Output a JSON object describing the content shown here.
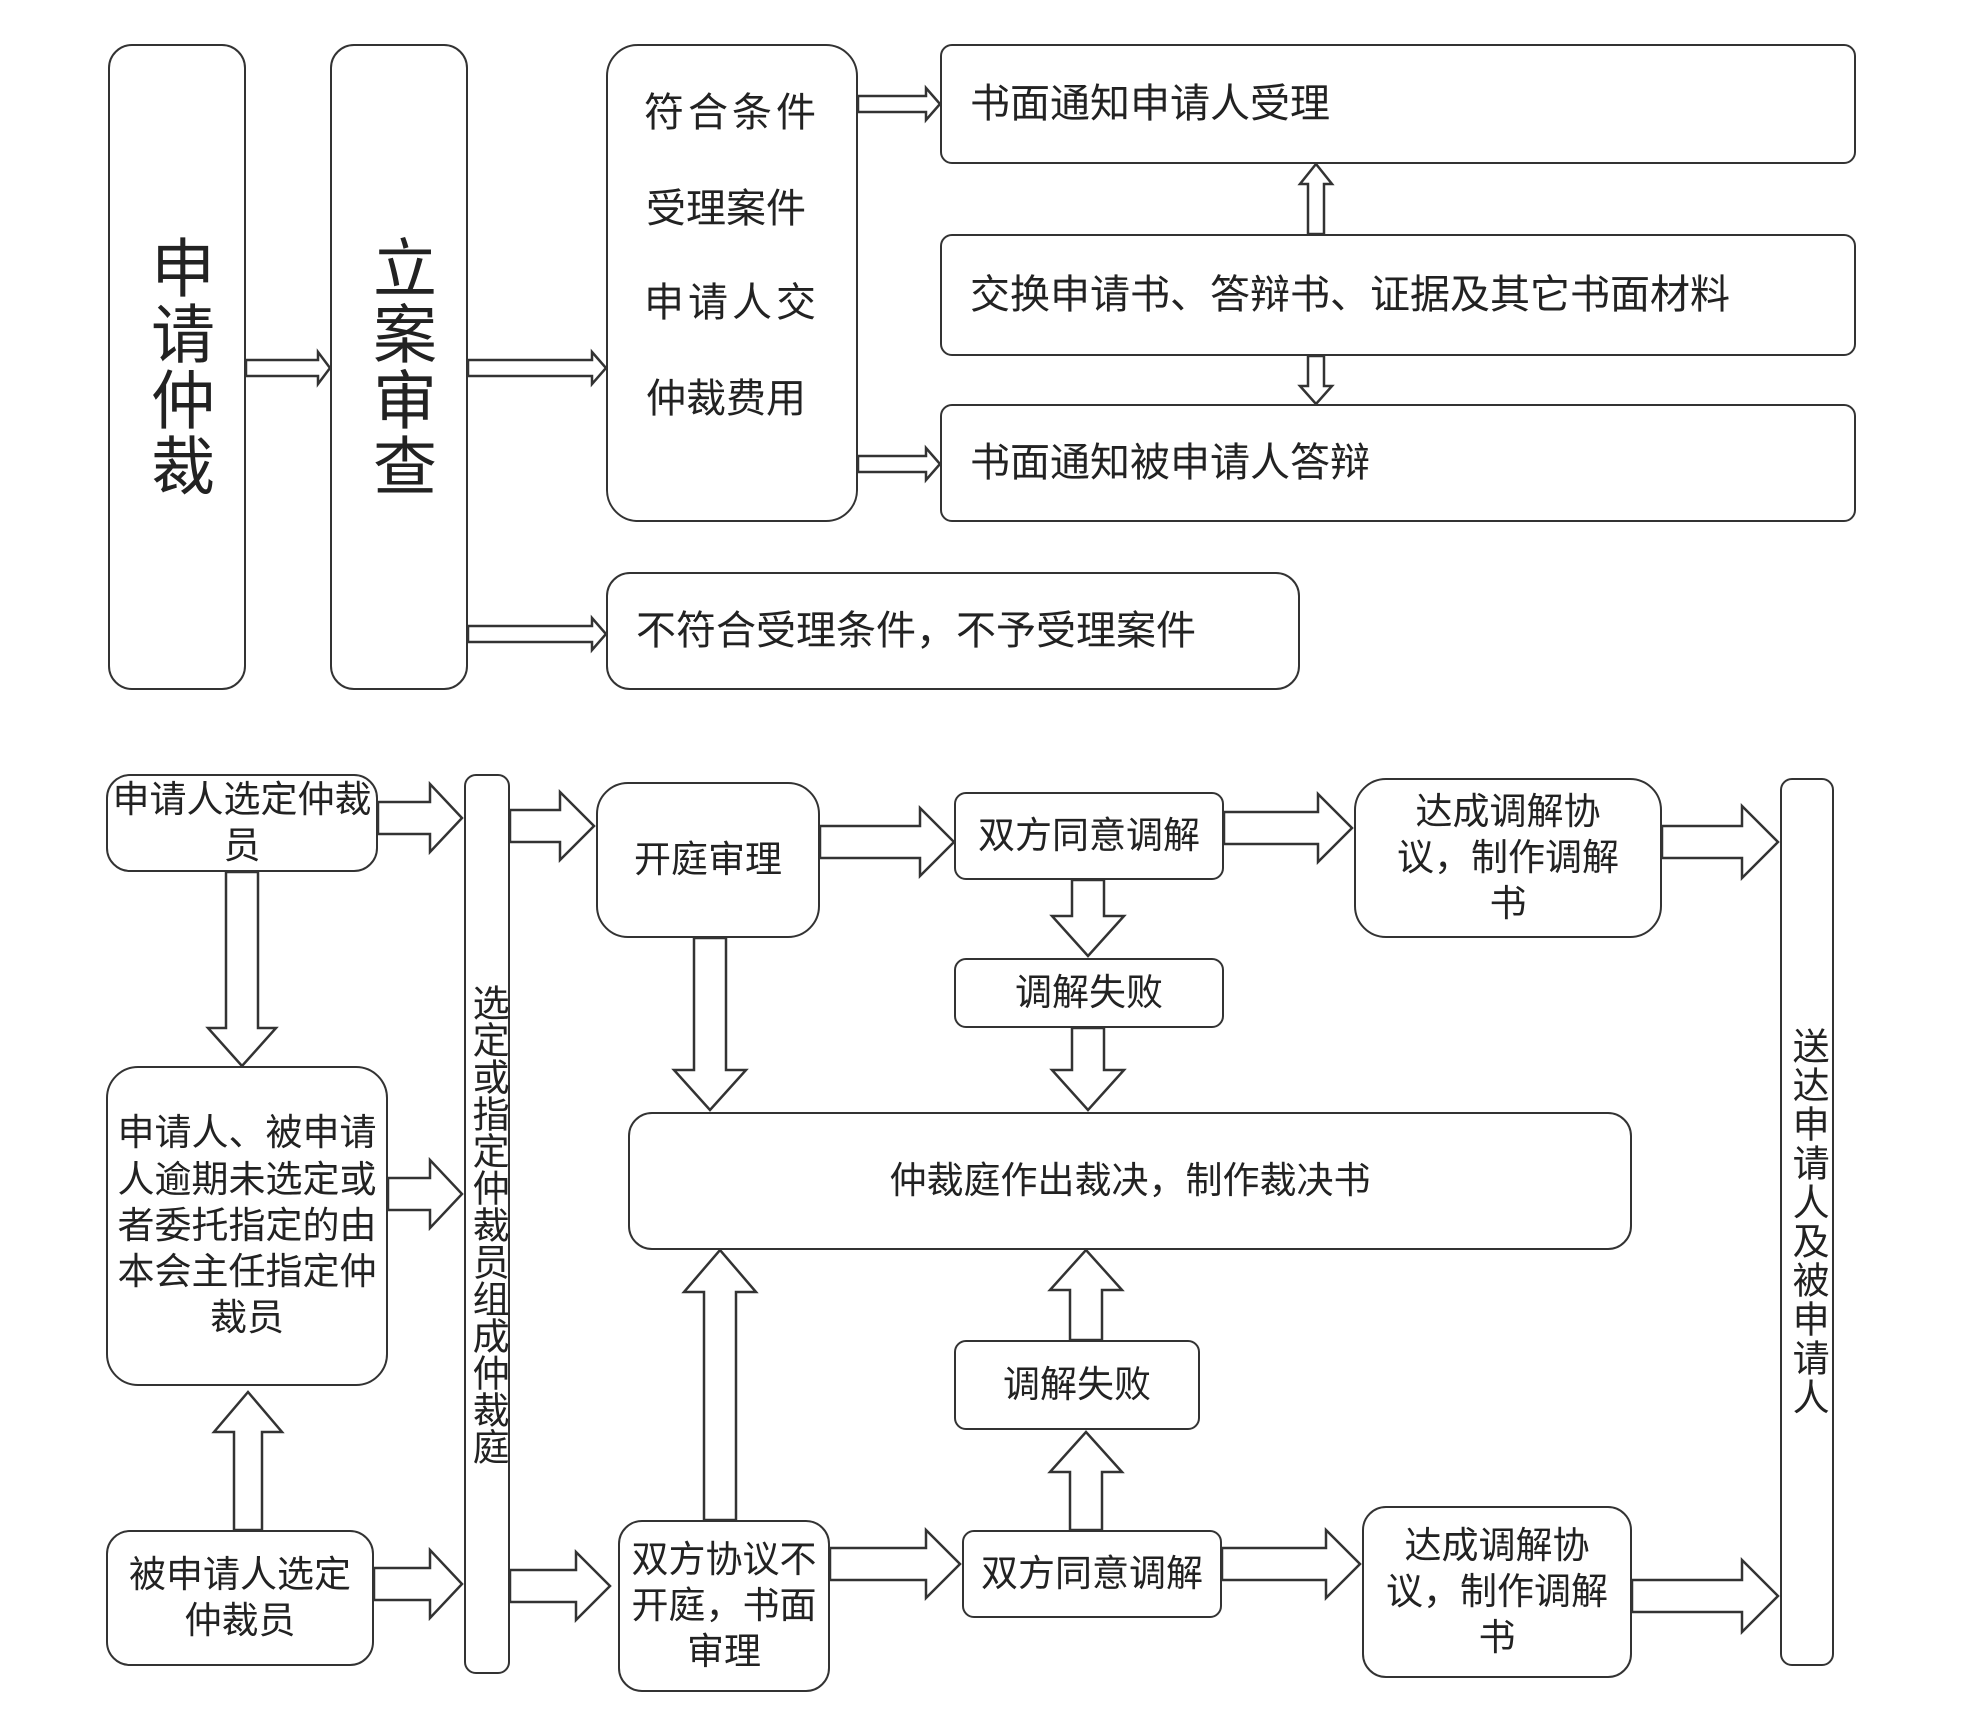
{
  "top": {
    "apply": "申请仲裁",
    "review": "立案审查",
    "accept_lines": [
      "符合条件",
      "受理案件",
      "申请人交",
      "仲裁费用"
    ],
    "notify_applicant": "书面通知申请人受理",
    "exchange": "交换申请书、答辩书、证据及其它书面材料",
    "notify_respondent": "书面通知被申请人答辩",
    "reject": "不符合受理条件，不予受理案件"
  },
  "bottom": {
    "applicant_select": "申请人选定仲裁员",
    "overdue": "申请人、被申请人逾期未选定或者委托指定的由本会主任指定仲裁员",
    "respondent_select": "被申请人选定仲裁员",
    "form_tribunal": "选定或指定仲裁员组成仲裁庭",
    "hearing": "开庭审理",
    "agree_mediation_1": "双方同意调解",
    "mediation_agreement_1": "达成调解协议，制作调解书",
    "mediation_failed_1": "调解失败",
    "award": "仲裁庭作出裁决，制作裁决书",
    "mediation_failed_2": "调解失败",
    "written_review": "双方协议不开庭，书面审理",
    "agree_mediation_2": "双方同意调解",
    "mediation_agreement_2": "达成调解协议，制作调解书",
    "deliver": "送达申请人及被申请人"
  }
}
